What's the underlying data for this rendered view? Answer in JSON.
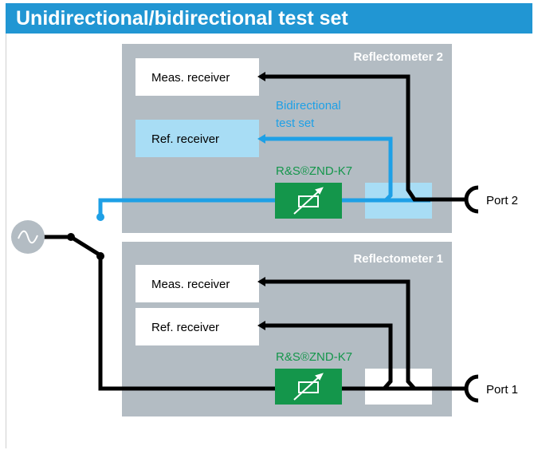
{
  "header": {
    "title": "Unidirectional/bidirectional test set"
  },
  "reflectometer2": {
    "title": "Reflectometer 2",
    "meas_receiver": "Meas. receiver",
    "ref_receiver": "Ref. receiver",
    "bidirectional_label_line1": "Bidirectional",
    "bidirectional_label_line2": "test set",
    "option_label": "R&S®ZND-K7",
    "port": "Port 2"
  },
  "reflectometer1": {
    "title": "Reflectometer 1",
    "meas_receiver": "Meas. receiver",
    "ref_receiver": "Ref. receiver",
    "option_label": "R&S®ZND-K7",
    "port": "Port 1"
  },
  "colors": {
    "title_bar": "#2196d3",
    "panel": "#b3bcc3",
    "bidirectional_blue": "#1ea0e6",
    "light_blue_box": "#a8ddf5",
    "option_green": "#14964b",
    "line_black": "#000000"
  }
}
